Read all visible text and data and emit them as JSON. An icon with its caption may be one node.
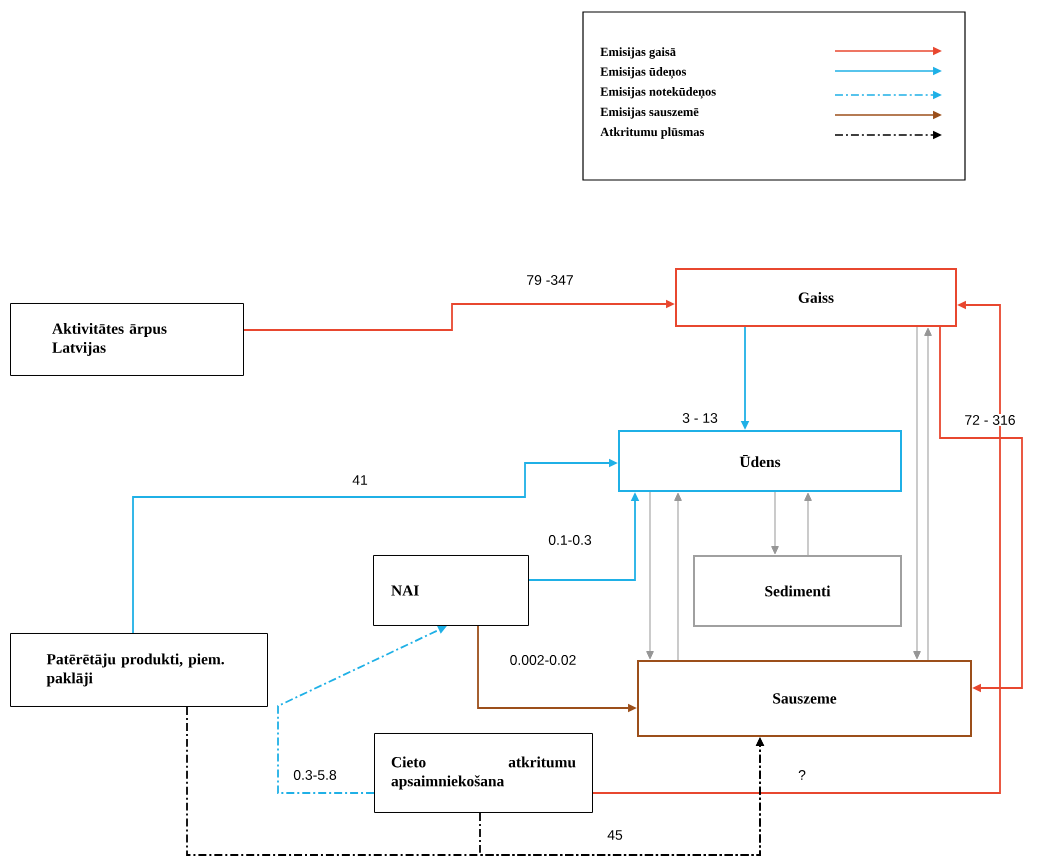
{
  "diagram": {
    "nodes": [
      {
        "text": [
          "Aktivitātes ārpus Latvijas"
        ]
      },
      {
        "text": [
          "Gaiss"
        ]
      },
      {
        "text": [
          "Ūdens"
        ]
      },
      {
        "text": [
          "NAI"
        ]
      },
      {
        "text": [
          "Sedimenti"
        ]
      },
      {
        "text": [
          "Patērētāju produkti, piem. paklāji"
        ]
      },
      {
        "text": [
          "Sauszeme"
        ]
      },
      {
        "text": [
          "Cieto atkritumu apsaimniekošana"
        ]
      }
    ],
    "edges": [
      {
        "from": 0,
        "to": 1,
        "arrow": "to",
        "label": "79 -347",
        "color": "#e8472f"
      },
      {
        "from": 1,
        "to": 2,
        "arrow": "to",
        "label": "3 - 13",
        "color": "#1fb0e6"
      },
      {
        "from": 5,
        "to": 2,
        "arrow": "to",
        "label": "41",
        "color": "#1fb0e6"
      },
      {
        "from": 3,
        "to": 2,
        "arrow": "to",
        "label": "0.1-0.3",
        "color": "#1fb0e6"
      },
      {
        "from": 2,
        "to": 6,
        "arrow": "to"
      },
      {
        "from": 6,
        "to": 2,
        "arrow": "to"
      },
      {
        "from": 2,
        "to": 4,
        "arrow": "to"
      },
      {
        "from": 4,
        "to": 2,
        "arrow": "to"
      },
      {
        "from": 1,
        "to": 6,
        "arrow": "to"
      },
      {
        "from": 6,
        "to": 1,
        "arrow": "to"
      },
      {
        "from": 1,
        "to": 6,
        "arrow": "to",
        "label": "72 - 316",
        "color": "#e8472f"
      },
      {
        "from": 7,
        "to": 1,
        "arrow": "to",
        "label": "?",
        "color": "#e8472f"
      },
      {
        "from": 7,
        "to": 3,
        "arrow": "to",
        "label": "0.3-5.8",
        "style": "dashed",
        "color": "#1fb0e6"
      },
      {
        "from": 3,
        "to": 6,
        "arrow": "to",
        "label": "0.002-0.02",
        "color": "#9c4f1a"
      },
      {
        "from": 5,
        "to": 6,
        "arrow": "to",
        "style": "dashed",
        "color": "#000000"
      },
      {
        "from": 7,
        "to": 6,
        "arrow": "to",
        "label": "45",
        "style": "dashed",
        "color": "#000000"
      }
    ],
    "legend": [
      {
        "text": "Emisijas gaisā"
      },
      {
        "text": "Emisijas ūdeņos"
      },
      {
        "text": "Emisijas notekūdeņos"
      },
      {
        "text": "Emisijas sauszemē"
      },
      {
        "text": "Atkritumu plūsmas"
      }
    ]
  }
}
